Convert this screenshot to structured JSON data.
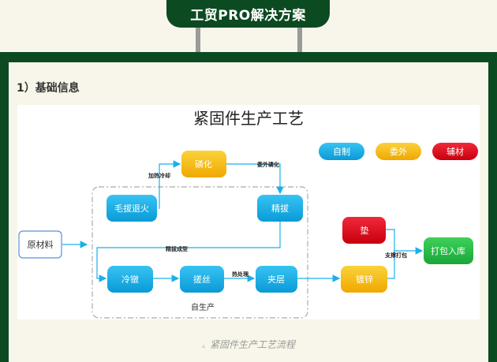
{
  "header": {
    "title": "工贸PRO解决方案"
  },
  "section": {
    "title": "1）基础信息"
  },
  "diagram": {
    "title": "紧固件生产工艺",
    "legend": {
      "self": "自制",
      "outsource": "委外",
      "auxiliary": "辅材"
    },
    "nodes": {
      "raw_material": "原材料",
      "annealing": "毛拔退火",
      "phosphating": "磷化",
      "fine_drawing": "精拔",
      "cold_heading": "冷镦",
      "thread_rolling": "搓丝",
      "clamping": "夹层",
      "zinc_plating": "镀锌",
      "pad": "垫",
      "packing": "打包入库"
    },
    "edge_labels": {
      "heating_cooling": "加热冷却",
      "outsource_phosphating": "委外磷化",
      "fine_drawing_forming": "精拔成型",
      "heat_treatment": "热处理",
      "support_packing": "支撑打包"
    },
    "group_label": "自生产"
  },
  "caption": {
    "text": "紧固件生产工艺流程",
    "marker": "▵"
  },
  "colors": {
    "brand_green": "#0c4a22",
    "self_blue": "#1ab0ea",
    "outsource_yellow": "#f7c012",
    "auxiliary_red": "#e60012"
  }
}
